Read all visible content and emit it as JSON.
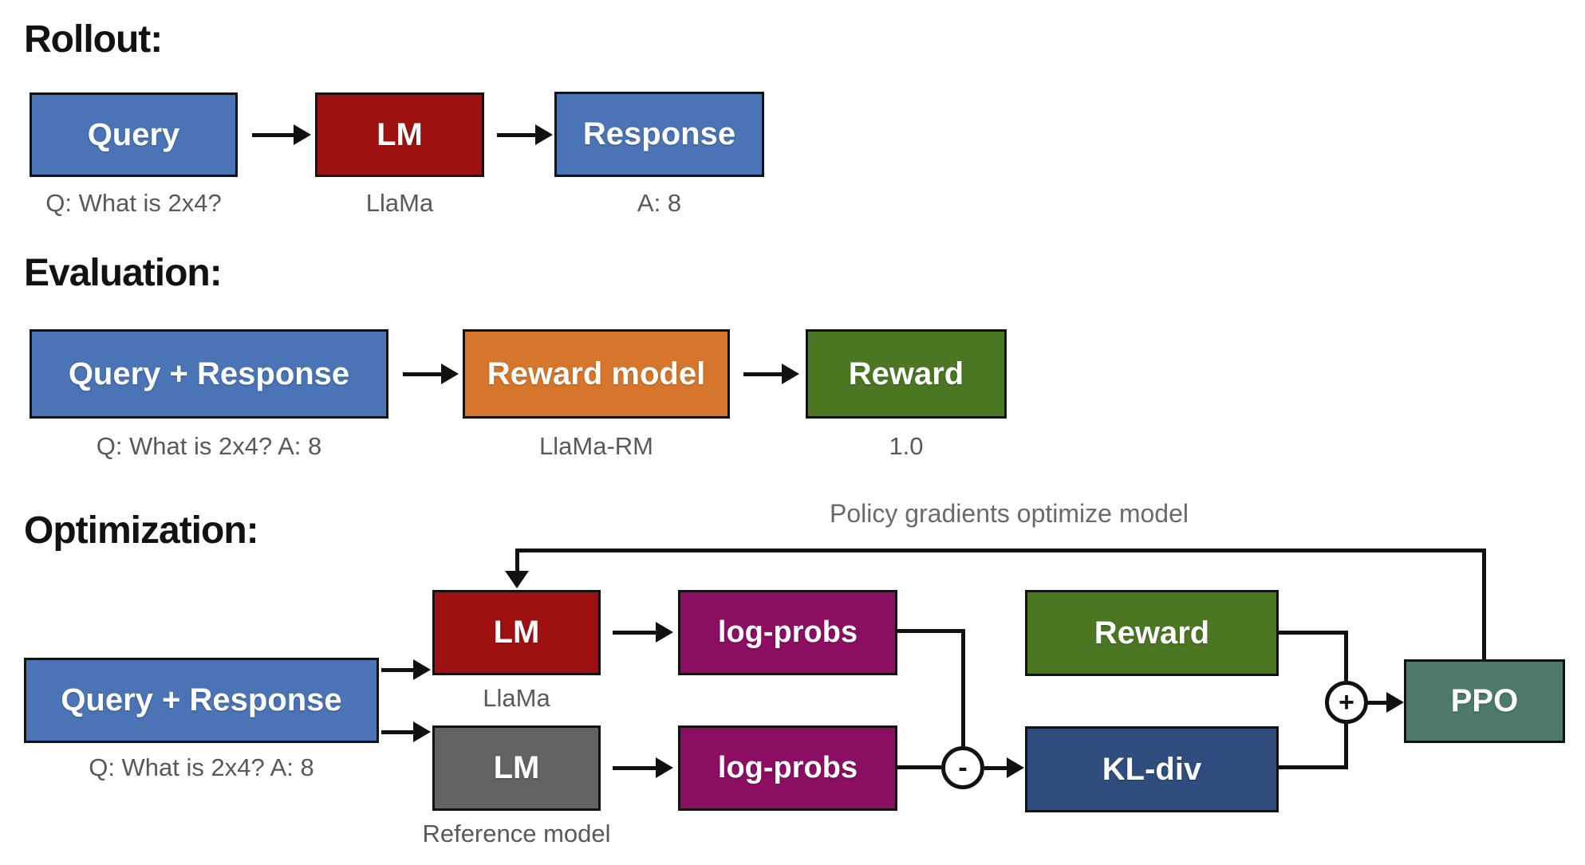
{
  "headings": {
    "rollout": "Rollout:",
    "evaluation": "Evaluation:",
    "optimization": "Optimization:"
  },
  "rollout": {
    "query": {
      "label": "Query",
      "sublabel": "Q: What is 2x4?"
    },
    "lm": {
      "label": "LM",
      "sublabel": "LlaMa"
    },
    "response": {
      "label": "Response",
      "sublabel": "A: 8"
    }
  },
  "evaluation": {
    "query_response": {
      "label": "Query + Response",
      "sublabel": "Q: What is 2x4? A: 8"
    },
    "reward_model": {
      "label": "Reward model",
      "sublabel": "LlaMa-RM"
    },
    "reward": {
      "label": "Reward",
      "sublabel": "1.0"
    }
  },
  "optimization": {
    "loop_annotation": "Policy gradients optimize model",
    "query_response": {
      "label": "Query + Response",
      "sublabel": "Q: What is 2x4? A: 8"
    },
    "lm_policy": {
      "label": "LM",
      "sublabel": "LlaMa"
    },
    "lm_reference": {
      "label": "LM",
      "sublabel": "Reference model"
    },
    "logprobs_policy": {
      "label": "log-probs"
    },
    "logprobs_reference": {
      "label": "log-probs"
    },
    "reward": {
      "label": "Reward"
    },
    "kl_div": {
      "label": "KL-div"
    },
    "minus_operator": "-",
    "plus_operator": "+",
    "ppo": {
      "label": "PPO"
    }
  },
  "colors": {
    "blue": "#4a74b5",
    "red": "#9e1111",
    "orange": "#d6762c",
    "green": "#4b7622",
    "purple": "#8c0e63",
    "gray": "#636363",
    "navy": "#2f4d7d",
    "teal": "#4e796d"
  }
}
